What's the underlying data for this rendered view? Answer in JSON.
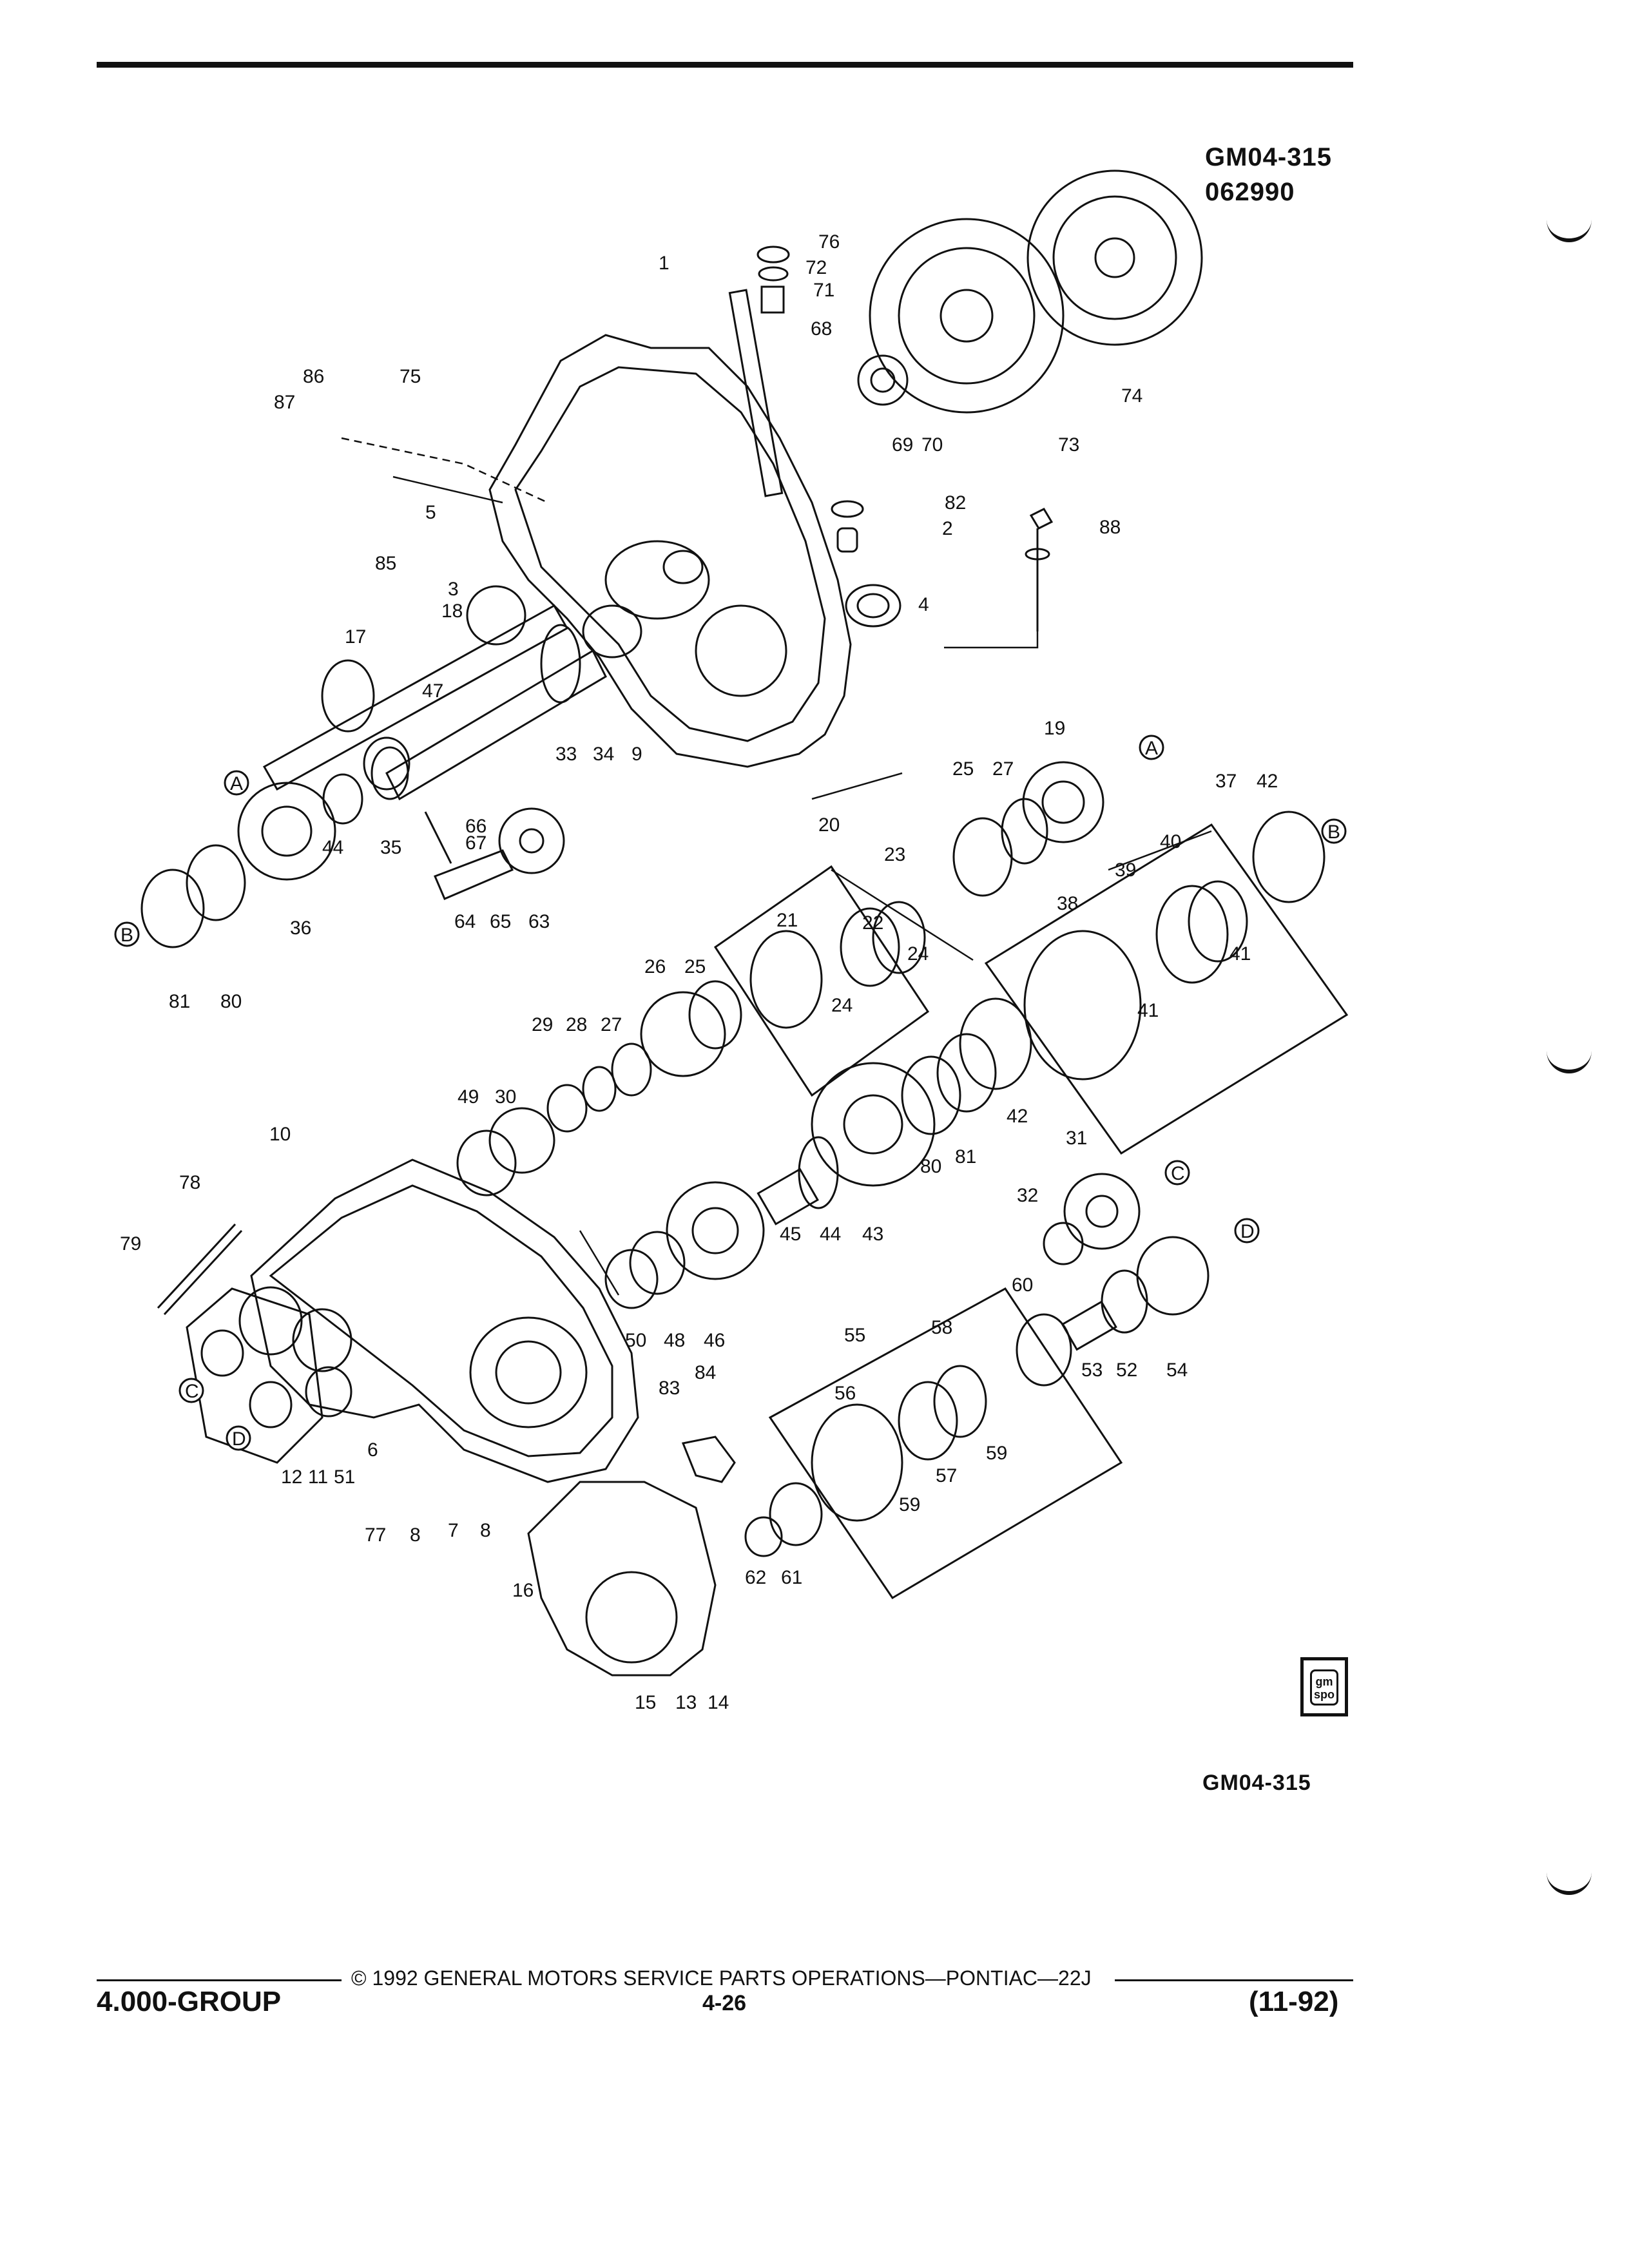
{
  "header": {
    "code": "GM04-315",
    "date": "062990"
  },
  "figure_code_bottom": "GM04-315",
  "footer": {
    "copyright": "© 1992 GENERAL MOTORS SERVICE PARTS OPERATIONS—PONTIAC—22J",
    "group": "4.000-GROUP",
    "page": "4-26",
    "revision": "(11-92)"
  },
  "logo_text": "gm spo",
  "callouts": {
    "c1": "1",
    "c76": "76",
    "c72": "72",
    "c71": "71",
    "c68": "68",
    "c86": "86",
    "c87": "87",
    "c75": "75",
    "c85": "85",
    "c5": "5",
    "c69": "69",
    "c70": "70",
    "c73": "73",
    "c74": "74",
    "c82": "82",
    "c2": "2",
    "c88": "88",
    "c3": "3",
    "c18": "18",
    "c4": "4",
    "c17": "17",
    "c47": "47",
    "c33": "33",
    "c34": "34",
    "c9": "9",
    "cA1": "A",
    "c44a": "44",
    "c35": "35",
    "c36": "36",
    "c66": "66",
    "c67": "67",
    "c64": "64",
    "c65": "65",
    "c63": "63",
    "cB1": "B",
    "c81a": "81",
    "c80a": "80",
    "c25a": "25",
    "c27a": "27",
    "c19": "19",
    "cA2": "A",
    "c37": "37",
    "c42a": "42",
    "cB2": "B",
    "c20": "20",
    "c23": "23",
    "c21": "21",
    "c22": "22",
    "c24a": "24",
    "c24b": "24",
    "c40": "40",
    "c39": "39",
    "c38": "38",
    "c41a": "41",
    "c41b": "41",
    "c26": "26",
    "c25b": "25",
    "c29": "29",
    "c28": "28",
    "c27b": "27",
    "c49": "49",
    "c30": "30",
    "c42b": "42",
    "c80b": "80",
    "c81b": "81",
    "c10": "10",
    "c78": "78",
    "c79": "79",
    "c31": "31",
    "cC1": "C",
    "c32": "32",
    "c45": "45",
    "c44b": "44",
    "c43": "43",
    "cD1": "D",
    "c60": "60",
    "c53": "53",
    "c52": "52",
    "c54": "54",
    "c50": "50",
    "c48": "48",
    "c46": "46",
    "cC2": "C",
    "cD2": "D",
    "c6": "6",
    "c12": "12",
    "c11": "11",
    "c51": "51",
    "c55": "55",
    "c58": "58",
    "c56": "56",
    "c57": "57",
    "c59a": "59",
    "c59b": "59",
    "c83": "83",
    "c84": "84",
    "c77": "77",
    "c8a": "8",
    "c7": "7",
    "c8b": "8",
    "c16": "16",
    "c62": "62",
    "c61": "61",
    "c15": "15",
    "c13": "13",
    "c14": "14"
  }
}
